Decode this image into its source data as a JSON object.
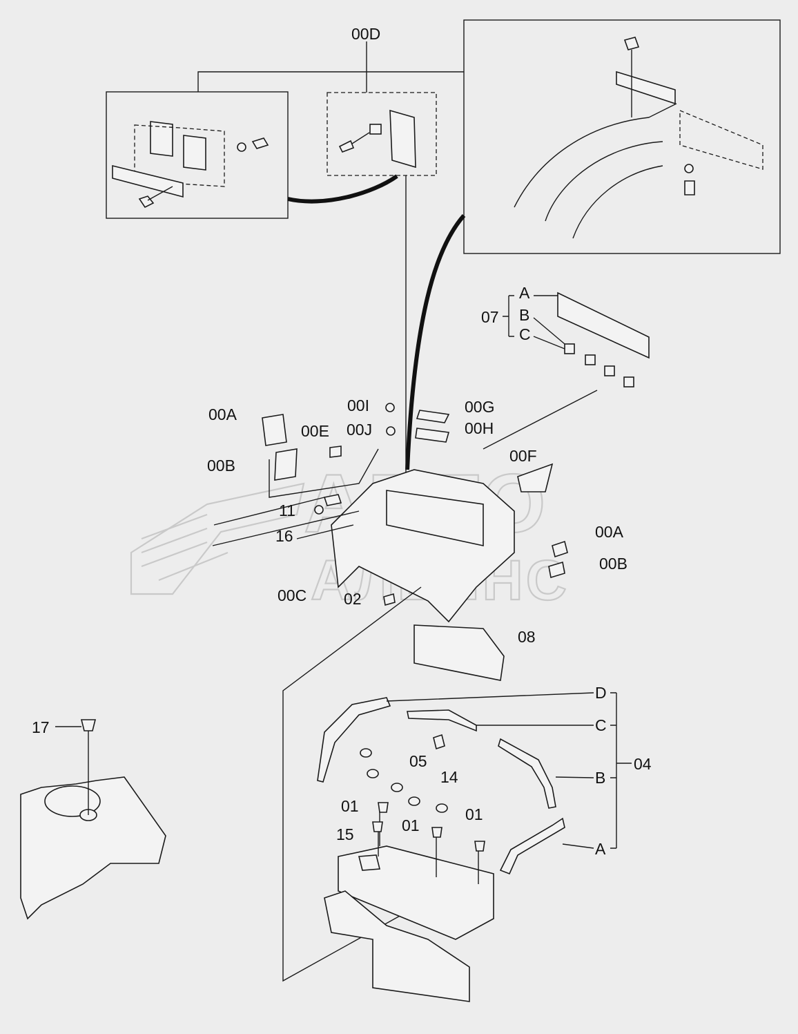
{
  "watermark": {
    "line1": "АВТО",
    "line2": "АЛЬЯНС"
  },
  "labels": {
    "l00D": "00D",
    "l07": "07",
    "l07A": "A",
    "l07B": "B",
    "l07C": "C",
    "l00A_left": "00A",
    "l00B_left": "00B",
    "l00E": "00E",
    "l00I": "00I",
    "l00J": "00J",
    "l00G": "00G",
    "l00H": "00H",
    "l00F": "00F",
    "l11": "11",
    "l16": "16",
    "l00C": "00C",
    "l02": "02",
    "l00A_right": "00A",
    "l00B_right": "00B",
    "l08": "08",
    "l04D": "D",
    "l04C": "C",
    "l04B": "B",
    "l04A": "A",
    "l04": "04",
    "l05": "05",
    "l14": "14",
    "l01a": "01",
    "l01b": "01",
    "l01c": "01",
    "l15": "15",
    "l17": "17"
  }
}
